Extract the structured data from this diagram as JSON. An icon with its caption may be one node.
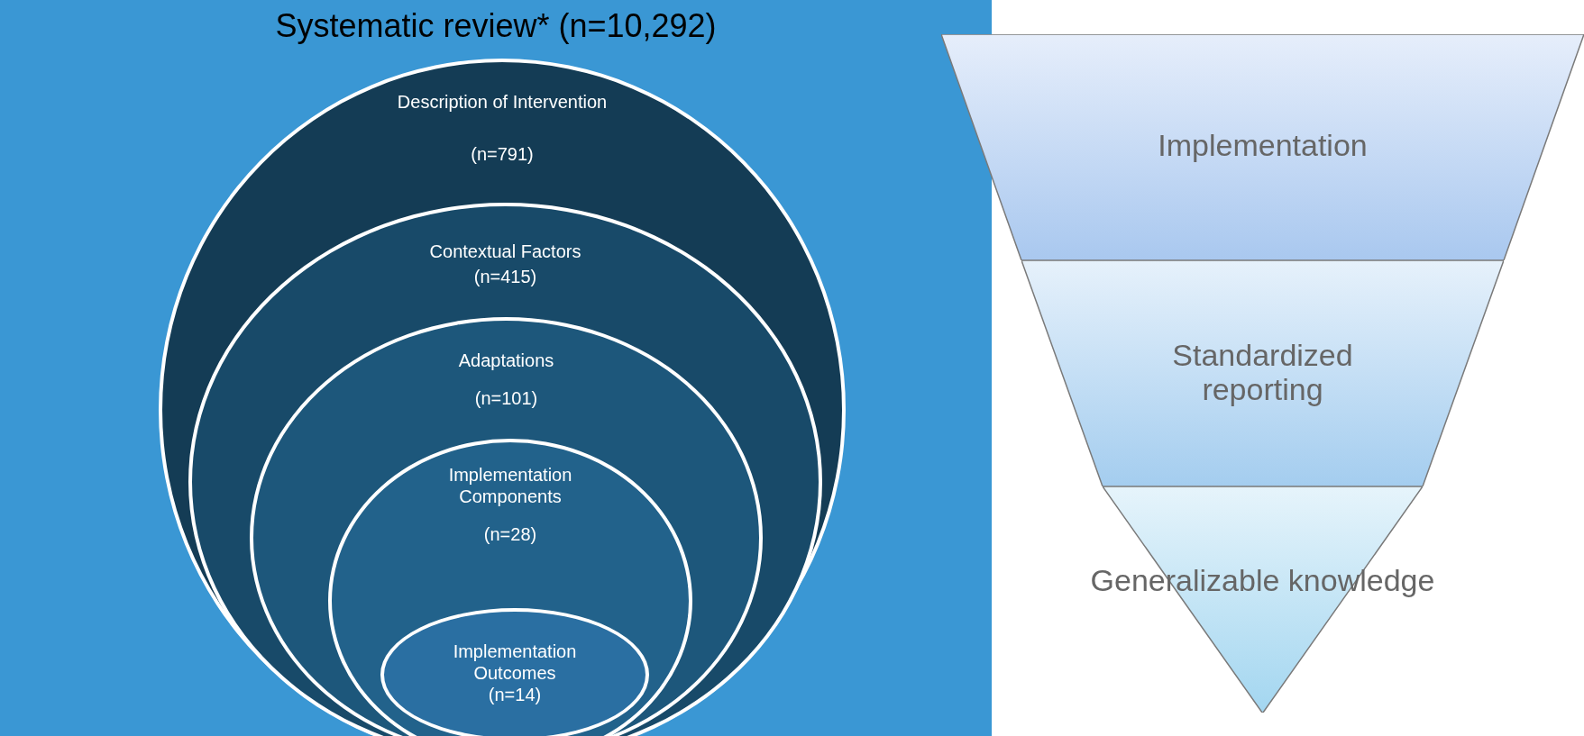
{
  "diagram": {
    "nodes": [
      {
        "text": [
          "Systematic review* (n=10,292)"
        ]
      },
      {
        "text": [
          "Description of Intervention",
          "(n=791)"
        ],
        "in": 0
      },
      {
        "text": [
          "Contextual Factors",
          "(n=415)"
        ],
        "in": 1
      },
      {
        "text": [
          "Adaptations",
          "(n=101)"
        ],
        "in": 2
      },
      {
        "text": [
          "Implementation Components",
          "(n=28)"
        ],
        "in": 3
      },
      {
        "text": [
          "Implementation Outcomes",
          "(n=14)"
        ],
        "in": 4
      },
      {
        "text": [
          "Implementation"
        ]
      },
      {
        "text": [
          "Standardized reporting"
        ]
      },
      {
        "text": [
          "Generalizable knowledge"
        ]
      }
    ]
  }
}
